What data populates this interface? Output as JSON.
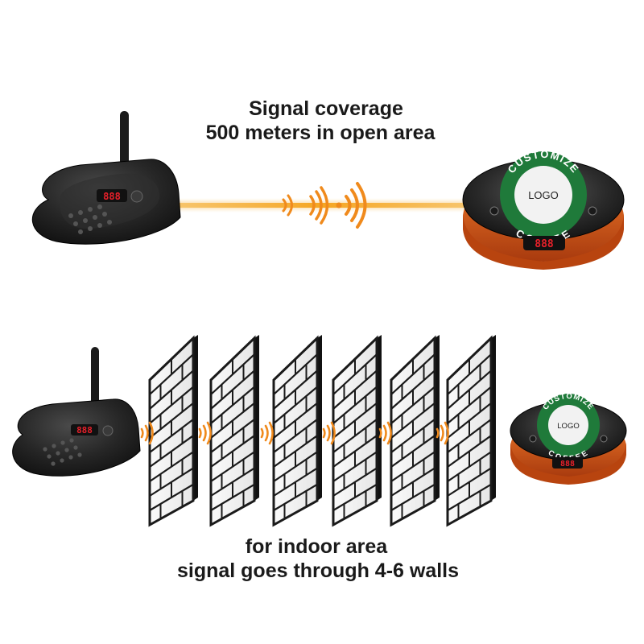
{
  "top_caption": {
    "line1": "Signal coverage",
    "line2": "500 meters in open area"
  },
  "bottom_caption": {
    "line1": "for indoor area",
    "line2": "signal goes through 4-6 walls"
  },
  "transmitter": {
    "display": "888"
  },
  "pager": {
    "ring_top": "CUSTOMIZE",
    "ring_bottom": "COFFEE",
    "center": "LOGO",
    "display": "888"
  },
  "colors": {
    "beam": "#f5a623",
    "wave": "#f08a1c",
    "ring": "#1f7a3a",
    "pager_base": "#d9571b",
    "led": "#e8202a",
    "device_body": "#1e1e1e"
  }
}
